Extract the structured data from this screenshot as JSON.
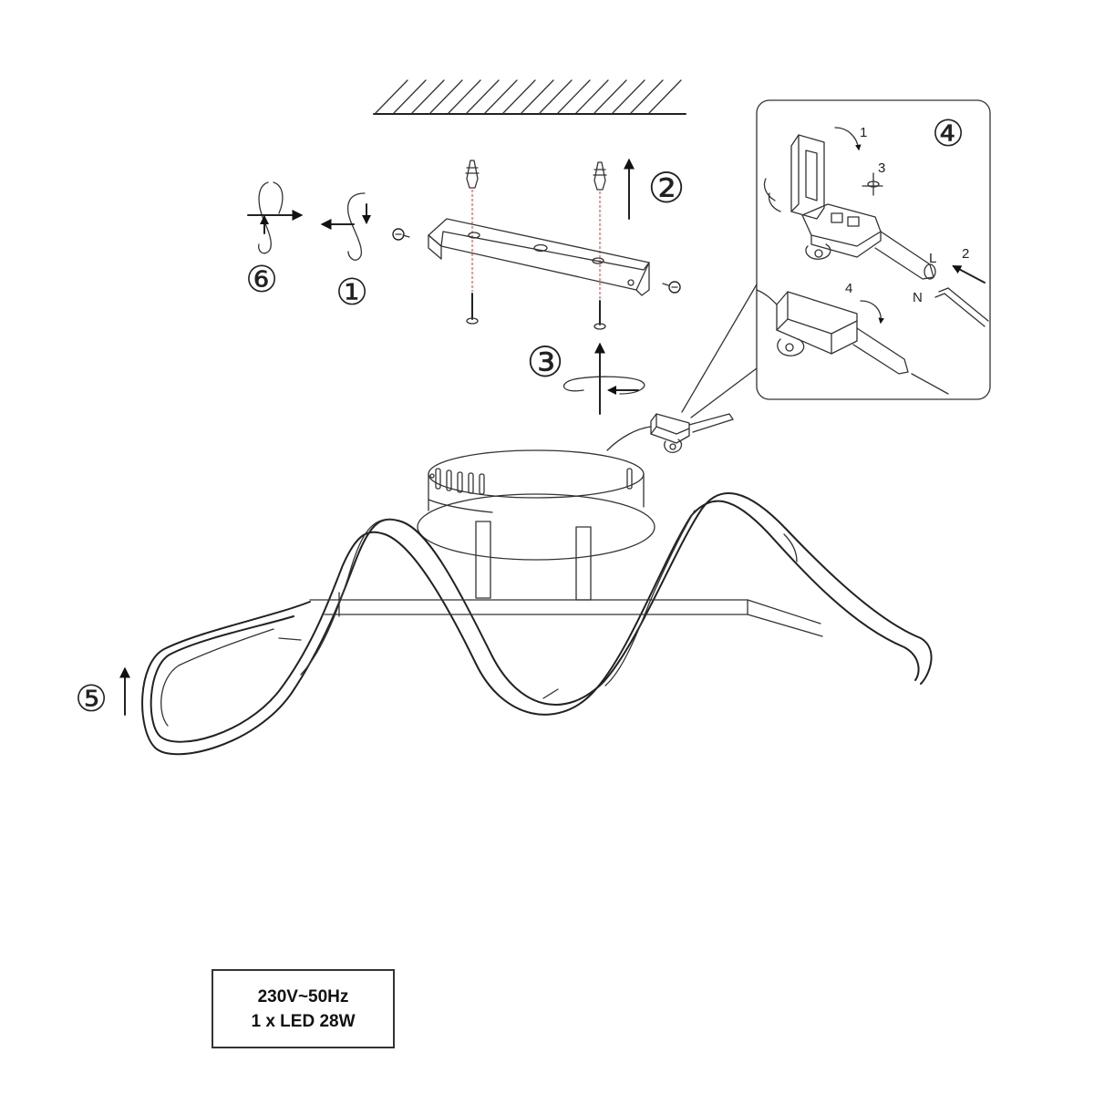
{
  "steps": {
    "s1": "①",
    "s2": "②",
    "s3": "③",
    "s4": "④",
    "s5": "⑤",
    "s6": "⑥"
  },
  "inset": {
    "step_1": "1",
    "step_2": "2",
    "step_3": "3",
    "step_4": "4",
    "wire_l": "L",
    "wire_n": "N"
  },
  "spec": {
    "voltage": "230V~50Hz",
    "lamp": "1 x LED 28W"
  }
}
